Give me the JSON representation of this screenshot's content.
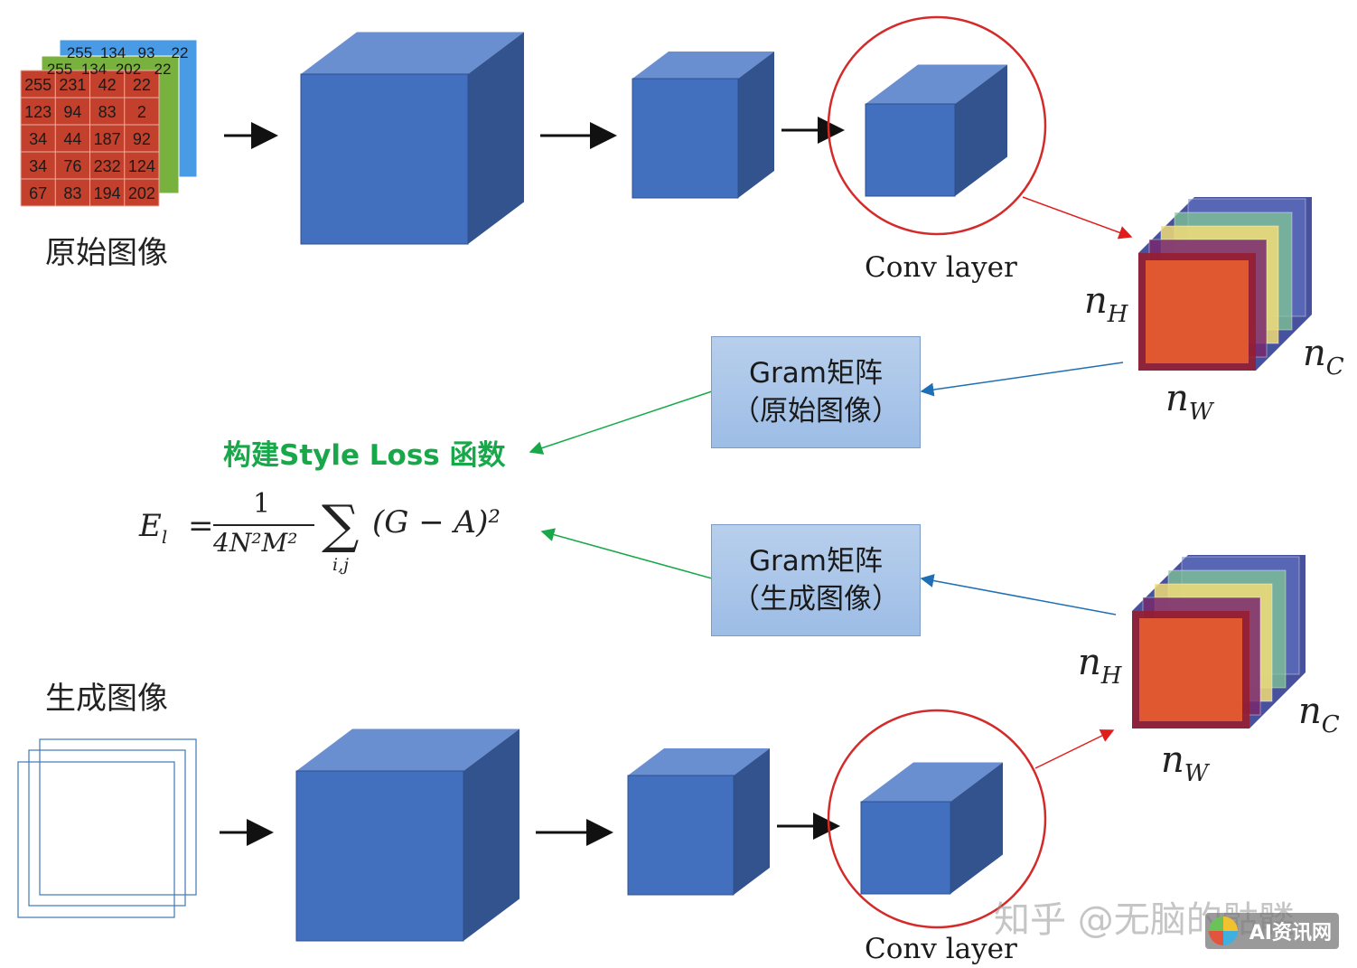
{
  "labels": {
    "original_image": "原始图像",
    "generated_image": "生成图像",
    "conv_layer_top": "Conv layer",
    "conv_layer_bottom": "Conv layer"
  },
  "gram_top": {
    "line1": "Gram矩阵",
    "line2": "（原始图像）"
  },
  "gram_bottom": {
    "line1": "Gram矩阵",
    "line2": "（生成图像）"
  },
  "style_loss_title": "构建Style Loss 函数",
  "formula": {
    "lhs": "E",
    "lhs_sub": "l",
    "numerator": "1",
    "denominator": "4N²M²",
    "sum_sub": "i,j",
    "body": "(G − A)²"
  },
  "dims": {
    "top": {
      "h": "n",
      "h_sub": "H",
      "w": "n",
      "w_sub": "W",
      "c": "n",
      "c_sub": "C"
    },
    "bottom": {
      "h": "n",
      "h_sub": "H",
      "w": "n",
      "w_sub": "W",
      "c": "n",
      "c_sub": "C"
    }
  },
  "pixel_matrix": [
    [
      "255",
      "231",
      "42",
      "22"
    ],
    [
      "123",
      "94",
      "83",
      "2"
    ],
    [
      "34",
      "44",
      "187",
      "92"
    ],
    [
      "34",
      "76",
      "232",
      "124"
    ],
    [
      "67",
      "83",
      "194",
      "202"
    ]
  ],
  "matrix_back_green_row": [
    "255",
    "134",
    "202",
    "22"
  ],
  "matrix_back_blue_row": [
    "255",
    "134",
    "93",
    "22"
  ],
  "watermark": "知乎 @无脑的骷髅",
  "badge": "AI资讯网",
  "colors": {
    "cube_front": "#4270bf",
    "cube_top": "#6a8fd1",
    "cube_side": "#33538f",
    "red_circle": "#d42a2a",
    "green_arrow": "#18a84a",
    "blue_arrow": "#1f6fb5",
    "matrix_red": "#c2402c",
    "matrix_green": "#79b13f",
    "matrix_blue": "#4a9be6"
  }
}
